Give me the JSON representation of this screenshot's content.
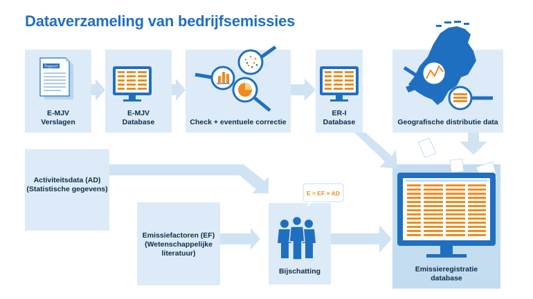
{
  "title": "Dataverzameling van bedrijfsemissies",
  "nodes": {
    "emjv_verslagen": {
      "line1": "E-MJV",
      "line2": "Verslagen",
      "icon_text": "Rapport"
    },
    "emjv_database": {
      "line1": "E-MJV",
      "line2": "Database"
    },
    "check": {
      "label": "Check + eventuele correctie"
    },
    "eri_database": {
      "line1": "ER-I",
      "line2": "Database"
    },
    "geo": {
      "label": "Geografische distributie data"
    },
    "activiteitsdata": {
      "line1": "Activiteitsdata (AD)",
      "line2": "(Statistische gegevens)"
    },
    "emissiefactoren": {
      "line1": "Emissiefactoren (EF)",
      "line2": "(Wetenschappelijke",
      "line3": "literatuur)"
    },
    "bijschatting": {
      "label": "Bijschatting",
      "formula": "E = EF × AD"
    },
    "emissieregistratie": {
      "line1": "Emissieregistratie",
      "line2": "database"
    }
  },
  "colors": {
    "title": "#1f6fc0",
    "box": "#dcebf7",
    "box_dark": "#c3dcf0",
    "arrow": "#cfe3f3",
    "icon_blue": "#1f6fc0",
    "icon_orange": "#f08a1c",
    "text": "#0d2c4a"
  }
}
